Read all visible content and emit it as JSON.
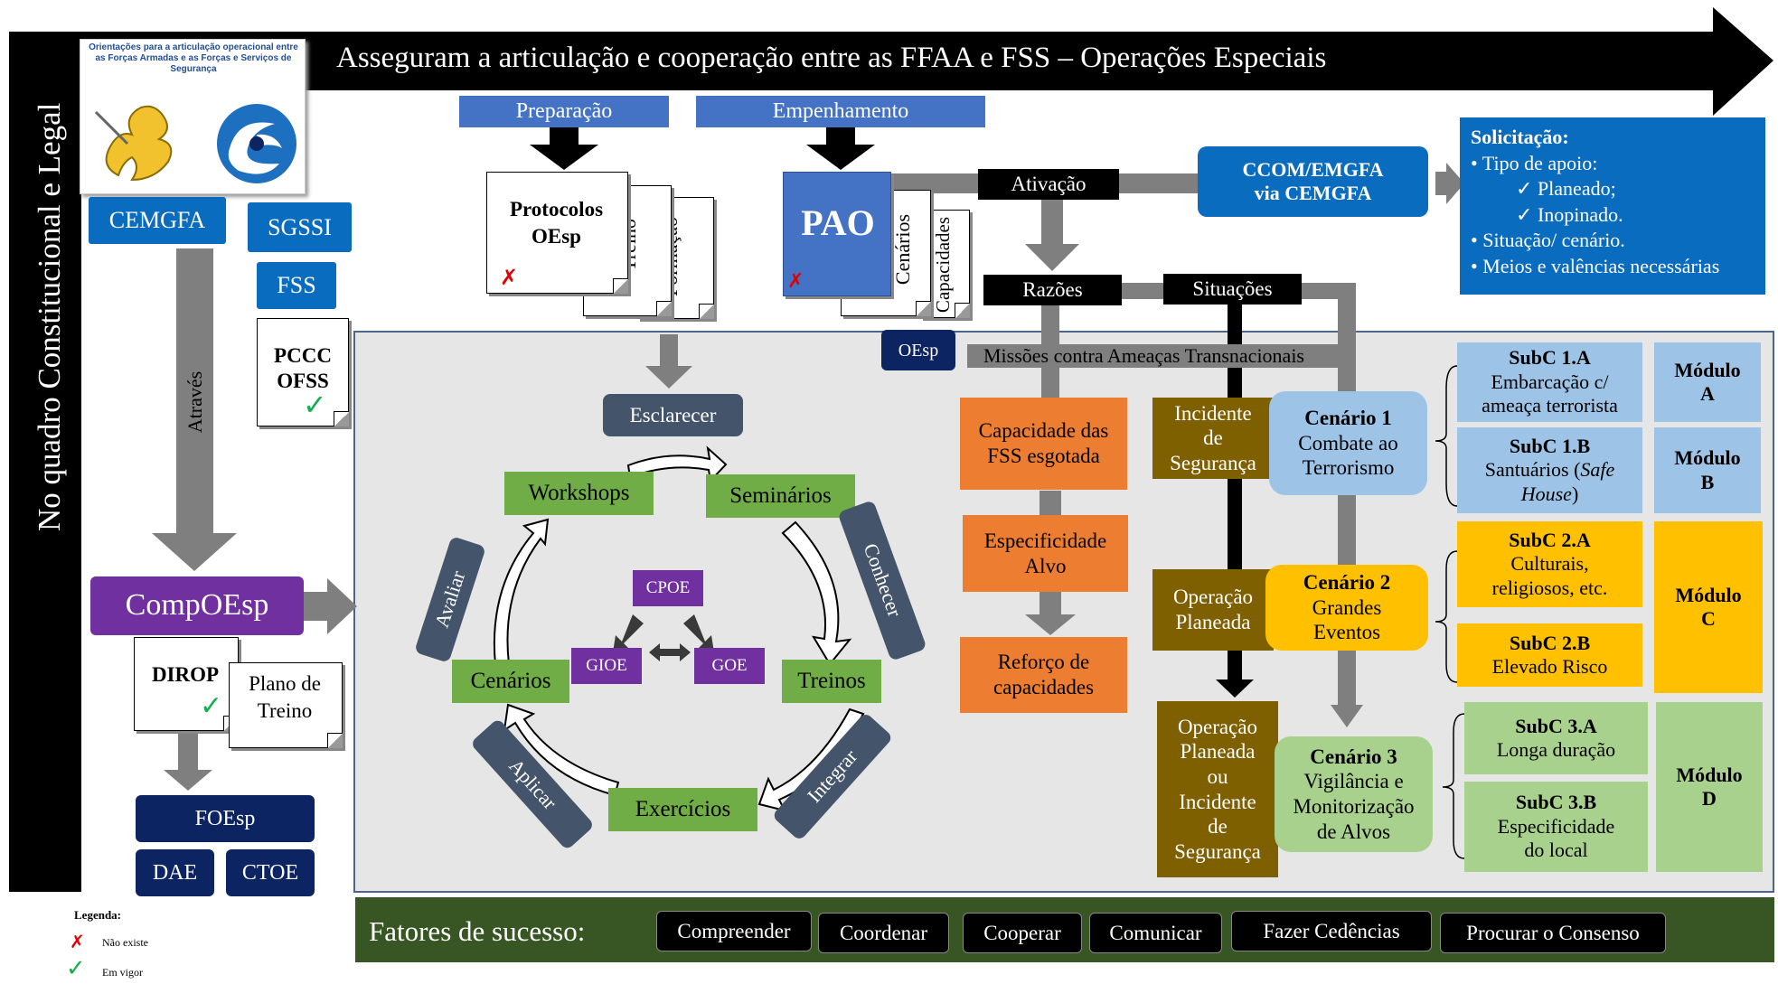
{
  "banner": {
    "title": "Asseguram a articulação e cooperação entre as FFAA e FSS – Operações Especiais"
  },
  "left_bar": {
    "label": "No quadro Constitucional e Legal"
  },
  "logo": {
    "caption": "Orientações para a articulação operacional entre as Forças Armadas e as Forças e Serviços de Segurança"
  },
  "left": {
    "cemgfa": "CEMGFA",
    "sgssi": "SGSSI",
    "fss": "FSS",
    "pccc_line1": "PCCC",
    "pccc_line2": "OFSS",
    "atraves": "Através",
    "compoesp": "CompOEsp",
    "dirop": "DIROP",
    "plano_line1": "Plano de",
    "plano_line2": "Treino",
    "foesp": "FOEsp",
    "dae": "DAE",
    "ctoe": "CTOE"
  },
  "phases": {
    "preparacao": "Preparação",
    "empenhamento": "Empenhamento"
  },
  "docs": {
    "protocolos_line1": "Protocolos",
    "protocolos_line2": "OEsp",
    "treino": "Treino",
    "formacao": "Formação",
    "pao": "PAO",
    "cenarios": "Cenários",
    "capacidades": "Capacidades",
    "oesp": "OEsp"
  },
  "flow": {
    "ativacao": "Ativação",
    "ccom_line1": "CCOM/EMGFA",
    "ccom_line2": "via CEMGFA",
    "razoes": "Razões",
    "situacoes": "Situações",
    "missoes": "Missões contra Ameaças Transnacionais"
  },
  "solicitacao": {
    "title": "Solicitação:",
    "tipo": "• Tipo de apoio:",
    "planeado": "Planeado;",
    "inopinado": "Inopinado.",
    "situacao": "• Situação/ cenário.",
    "meios": "• Meios e valências necessárias"
  },
  "cycle": {
    "esclarecer": "Esclarecer",
    "workshops": "Workshops",
    "seminarios": "Seminários",
    "treinos": "Treinos",
    "exercicios": "Exercícios",
    "cenarios": "Cenários",
    "avaliar": "Avaliar",
    "conhecer": "Conhecer",
    "integrar": "Integrar",
    "aplicar": "Aplicar",
    "cpoe": "CPOE",
    "gioe": "GIOE",
    "goe": "GOE"
  },
  "razoes": {
    "r1_line1": "Capacidade das",
    "r1_line2": "FSS esgotada",
    "r2_line1": "Especificidade",
    "r2_line2": "Alvo",
    "r3_line1": "Reforço de",
    "r3_line2": "capacidades"
  },
  "situacoes": {
    "s1_line1": "Incidente",
    "s1_line2": "de",
    "s1_line3": "Segurança",
    "s2_line1": "Operação",
    "s2_line2": "Planeada",
    "s3_line1": "Operação",
    "s3_line2": "Planeada",
    "s3_line3": "ou",
    "s3_line4": "Incidente",
    "s3_line5": "de",
    "s3_line6": "Segurança"
  },
  "cenarios": {
    "c1_title": "Cenário 1",
    "c1_line1": "Combate ao",
    "c1_line2": "Terrorismo",
    "c2_title": "Cenário 2",
    "c2_line1": "Grandes",
    "c2_line2": "Eventos",
    "c3_title": "Cenário 3",
    "c3_line1": "Vigilância e",
    "c3_line2": "Monitorização",
    "c3_line3": "de Alvos"
  },
  "subc": {
    "s1a_title": "SubC 1.A",
    "s1a_line1": "Embarcação c/",
    "s1a_line2": "ameaça terrorista",
    "s1b_title": "SubC 1.B",
    "s1b_line1a": "Santuários (",
    "s1b_line1b": "Safe",
    "s1b_line2a": "House",
    "s1b_line2b": ")",
    "s2a_title": "SubC 2.A",
    "s2a_line1": "Culturais,",
    "s2a_line2": "religiosos, etc.",
    "s2b_title": "SubC 2.B",
    "s2b_line1": "Elevado Risco",
    "s3a_title": "SubC 3.A",
    "s3a_line1": "Longa duração",
    "s3b_title": "SubC 3.B",
    "s3b_line1": "Especificidade",
    "s3b_line2": "do local"
  },
  "modulos": {
    "label": "Módulo",
    "a": "A",
    "b": "B",
    "c": "C",
    "d": "D"
  },
  "fatores": {
    "title": "Fatores de sucesso:",
    "items": [
      "Compreender",
      "Coordenar",
      "Cooperar",
      "Comunicar",
      "Fazer Cedências",
      "Procurar o Consenso"
    ]
  },
  "legenda": {
    "title": "Legenda:",
    "nao_existe": "Não existe",
    "em_vigor": "Em vigor"
  },
  "colors": {
    "green": "#70ad47",
    "purple": "#7030a0",
    "orange": "#ed7d31",
    "brown": "#7f6000",
    "yellow": "#ffc000",
    "navy": "#0c2462"
  }
}
